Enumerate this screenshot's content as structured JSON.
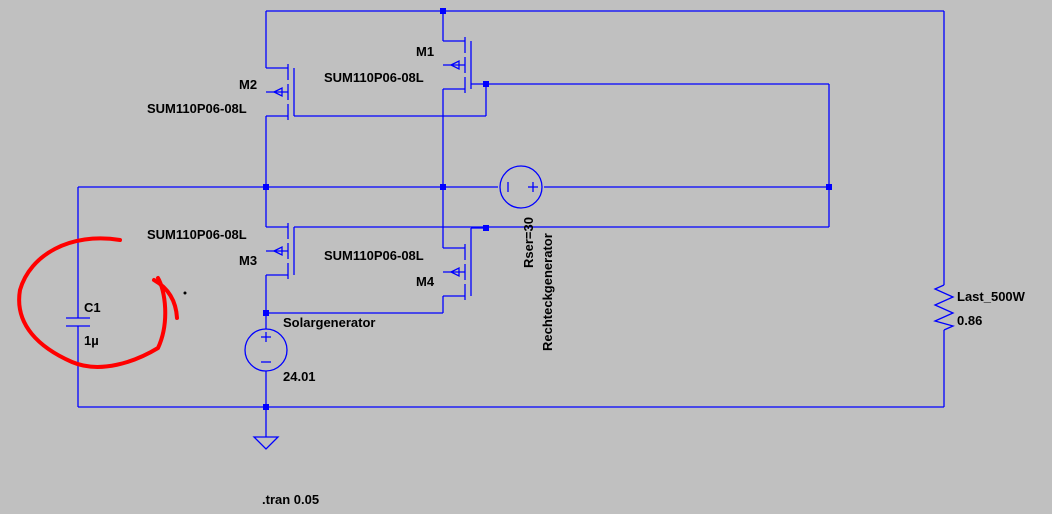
{
  "components": {
    "m1": {
      "name": "M1",
      "model": "SUM110P06-08L"
    },
    "m2": {
      "name": "M2",
      "model": "SUM110P06-08L"
    },
    "m3": {
      "name": "M3",
      "model": "SUM110P06-08L"
    },
    "m4": {
      "name": "M4",
      "model": "SUM110P06-08L"
    },
    "c1": {
      "name": "C1",
      "value": "1µ"
    },
    "solar": {
      "name": "Solargenerator",
      "value": "24.01"
    },
    "square": {
      "name": "Rechteckgenerator",
      "param": "Rser=30"
    },
    "load": {
      "name": "Last_500W",
      "value": "0.86"
    }
  },
  "directive": ".tran 0.05",
  "colors": {
    "background": "#c0c0c0",
    "wire": "#0000ff",
    "annotation": "#ff0000",
    "text": "#000000"
  }
}
